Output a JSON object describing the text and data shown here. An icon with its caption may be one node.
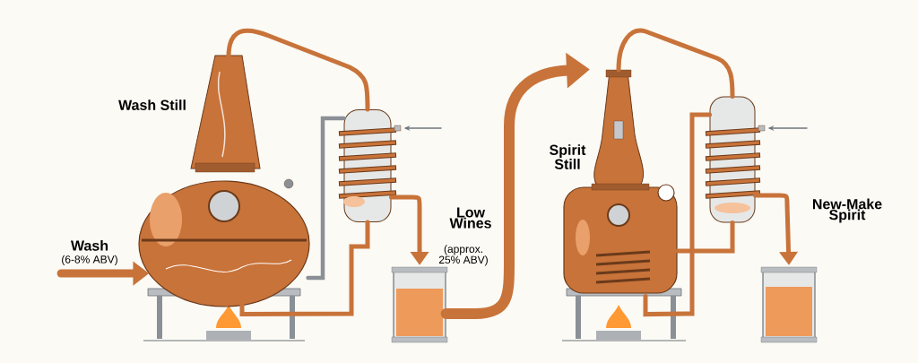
{
  "diagram": {
    "nodes": [
      {
        "text": [
          "Wash",
          "(6-8% ABV)"
        ]
      },
      {
        "text": [
          "Wash Still"
        ]
      },
      {
        "text": [],
        "shape": "picture"
      },
      {
        "text": [
          "Low Wines",
          "(approx. 25% ABV)"
        ]
      },
      {
        "text": [
          "Spirit Still"
        ]
      },
      {
        "text": [],
        "shape": "picture"
      },
      {
        "text": [
          "New-Make Spirit"
        ]
      }
    ],
    "edges": [
      {
        "from": 0,
        "to": 1,
        "arrow": "to",
        "style": "thick"
      },
      {
        "from": 1,
        "to": 2,
        "arrow": "none"
      },
      {
        "from": 2,
        "to": 3,
        "arrow": "to"
      },
      {
        "from": 2,
        "to": 1,
        "arrow": "none",
        "color": "#8a9096"
      },
      {
        "from": 2,
        "to": 1,
        "arrow": "none"
      },
      {
        "from": null,
        "to": 2,
        "arrow": "to",
        "color": "#6f757b"
      },
      {
        "from": 3,
        "to": 4,
        "arrow": "to",
        "style": "thick"
      },
      {
        "from": 4,
        "to": 5,
        "arrow": "none"
      },
      {
        "from": 5,
        "to": 6,
        "arrow": "to"
      },
      {
        "from": 5,
        "to": 4,
        "arrow": "none"
      },
      {
        "from": 5,
        "to": 4,
        "arrow": "none"
      },
      {
        "from": null,
        "to": 5,
        "arrow": "to",
        "color": "#6f757b"
      }
    ]
  }
}
